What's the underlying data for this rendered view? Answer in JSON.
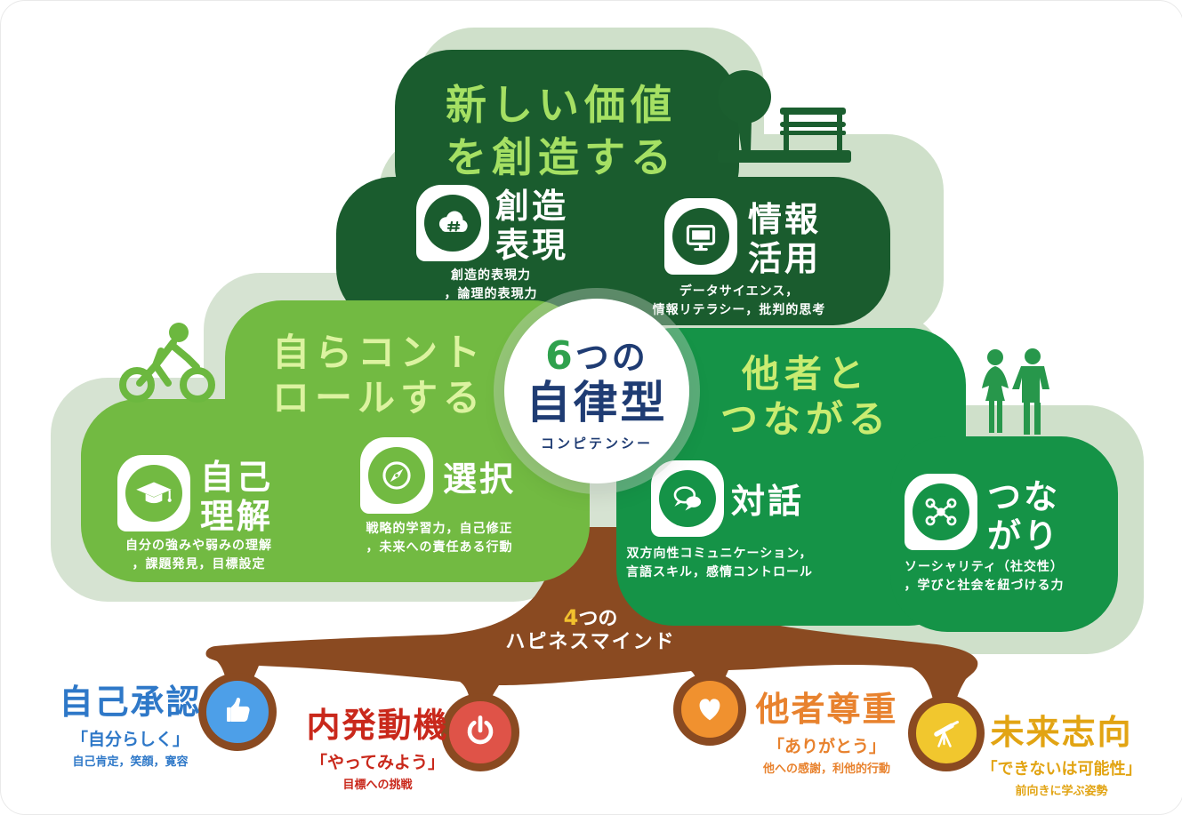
{
  "page_title": "6つの自律型コンピテンシー",
  "center": {
    "count": "6",
    "count_suffix": "つの",
    "title": "自律型",
    "subtitle": "コンピテンシー"
  },
  "clouds": {
    "create": {
      "title_line1": "新しい価値",
      "title_line2": "を創造する",
      "items": [
        {
          "label_line1": "創造",
          "label_line2": "表現",
          "icon": "cloud-hash-icon",
          "desc_line1": "創造的表現力",
          "desc_line2": "，論理的表現力"
        },
        {
          "label_line1": "情報",
          "label_line2": "活用",
          "icon": "monitor-icon",
          "desc_line1": "データサイエンス，",
          "desc_line2": "情報リテラシー，批判的思考"
        }
      ]
    },
    "control": {
      "title_line1": "自らコント",
      "title_line2": "ロールする",
      "items": [
        {
          "label_line1": "自己",
          "label_line2": "理解",
          "icon": "graduation-cap-icon",
          "desc_line1": "自分の強みや弱みの理解",
          "desc_line2": "，課題発見，目標設定"
        },
        {
          "label_line1": "選択",
          "label_line2": "",
          "icon": "compass-icon",
          "desc_line1": "戦略的学習力，自己修正",
          "desc_line2": "，未来への責任ある行動"
        }
      ]
    },
    "connect": {
      "title_line1": "他者と",
      "title_line2": "つながる",
      "items": [
        {
          "label_line1": "対話",
          "label_line2": "",
          "icon": "speech-bubbles-icon",
          "desc_line1": "双方向性コミュニケーション，",
          "desc_line2": "言語スキル，感情コントロール"
        },
        {
          "label_line1": "つな",
          "label_line2": "がり",
          "icon": "network-icon",
          "desc_line1": "ソーシャリティ（社交性）",
          "desc_line2": "，学びと社会を紐づける力"
        }
      ]
    }
  },
  "roots": {
    "count": "4",
    "count_suffix": "つの",
    "label": "ハピネスマインド",
    "minds": [
      {
        "name": "自己承認",
        "quote": "「自分らしく」",
        "desc": "自己肯定，笑顔，寛容",
        "icon": "thumbs-up-icon",
        "color": "#4d9fe8",
        "text_color": "#2e78c8"
      },
      {
        "name": "内発動機",
        "quote": "「やってみよう」",
        "desc": "目標への挑戦",
        "icon": "power-icon",
        "color": "#df5348",
        "text_color": "#c9281b"
      },
      {
        "name": "他者尊重",
        "quote": "「ありがとう」",
        "desc": "他への感謝，利他的行動",
        "icon": "heart-icon",
        "color": "#f0912f",
        "text_color": "#e8822e"
      },
      {
        "name": "未来志向",
        "quote": "「できないは可能性」",
        "desc": "前向きに学ぶ姿勢",
        "icon": "telescope-icon",
        "color": "#f1c72e",
        "text_color": "#e2a413"
      }
    ]
  },
  "colors": {
    "dark_green": "#1a5c2e",
    "mid_green": "#72ba42",
    "right_green": "#159347",
    "pale_green": "#cfe0ca",
    "root_brown": "#8a4a21",
    "navy_text": "#1f3c73",
    "top_title": "#a5e063",
    "left_title": "#dcf3a0",
    "right_title": "#c9ec71"
  }
}
